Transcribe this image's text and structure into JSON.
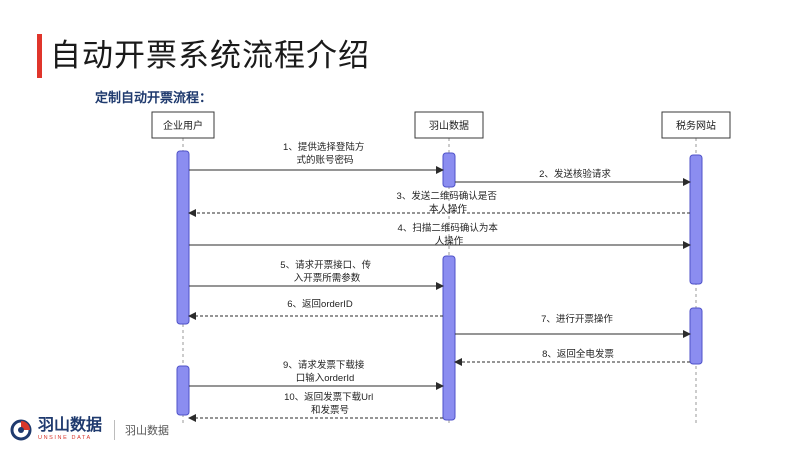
{
  "slide": {
    "title": "自动开票系统流程介绍",
    "subtitle": "定制自动开票流程："
  },
  "actors": [
    "企业用户",
    "羽山数据",
    "税务网站"
  ],
  "messages": [
    {
      "lines": [
        "1、提供选择登陆方",
        "式的账号密码"
      ],
      "from": 0,
      "to": 1,
      "style": "solid"
    },
    {
      "lines": [
        "2、发送核验请求"
      ],
      "from": 1,
      "to": 2,
      "style": "solid"
    },
    {
      "lines": [
        "3、发送二维码确认是否",
        "本人操作"
      ],
      "from": 2,
      "to": 0,
      "style": "dashed"
    },
    {
      "lines": [
        "4、扫描二维码确认为本",
        "人操作"
      ],
      "from": 0,
      "to": 2,
      "style": "solid"
    },
    {
      "lines": [
        "5、请求开票接口、传",
        "入开票所需参数"
      ],
      "from": 0,
      "to": 1,
      "style": "solid"
    },
    {
      "lines": [
        "6、返回orderID"
      ],
      "from": 1,
      "to": 0,
      "style": "dashed"
    },
    {
      "lines": [
        "7、进行开票操作"
      ],
      "from": 1,
      "to": 2,
      "style": "solid"
    },
    {
      "lines": [
        "8、返回全电发票"
      ],
      "from": 2,
      "to": 1,
      "style": "dashed"
    },
    {
      "lines": [
        "9、请求发票下载接",
        "口输入orderId"
      ],
      "from": 0,
      "to": 1,
      "style": "solid"
    },
    {
      "lines": [
        "10、返回发票下载Url",
        "和发票号"
      ],
      "from": 1,
      "to": 0,
      "style": "dashed"
    }
  ],
  "footer": {
    "brand_name": "羽山数据",
    "brand_en": "UNSINE DATA",
    "brand_sub": "羽山数据"
  },
  "colors": {
    "accent": "#e0352b",
    "activation": "#8b8df0",
    "brand": "#1f3a6e"
  },
  "icons": {
    "brand_logo": "yushan-logo-icon"
  }
}
